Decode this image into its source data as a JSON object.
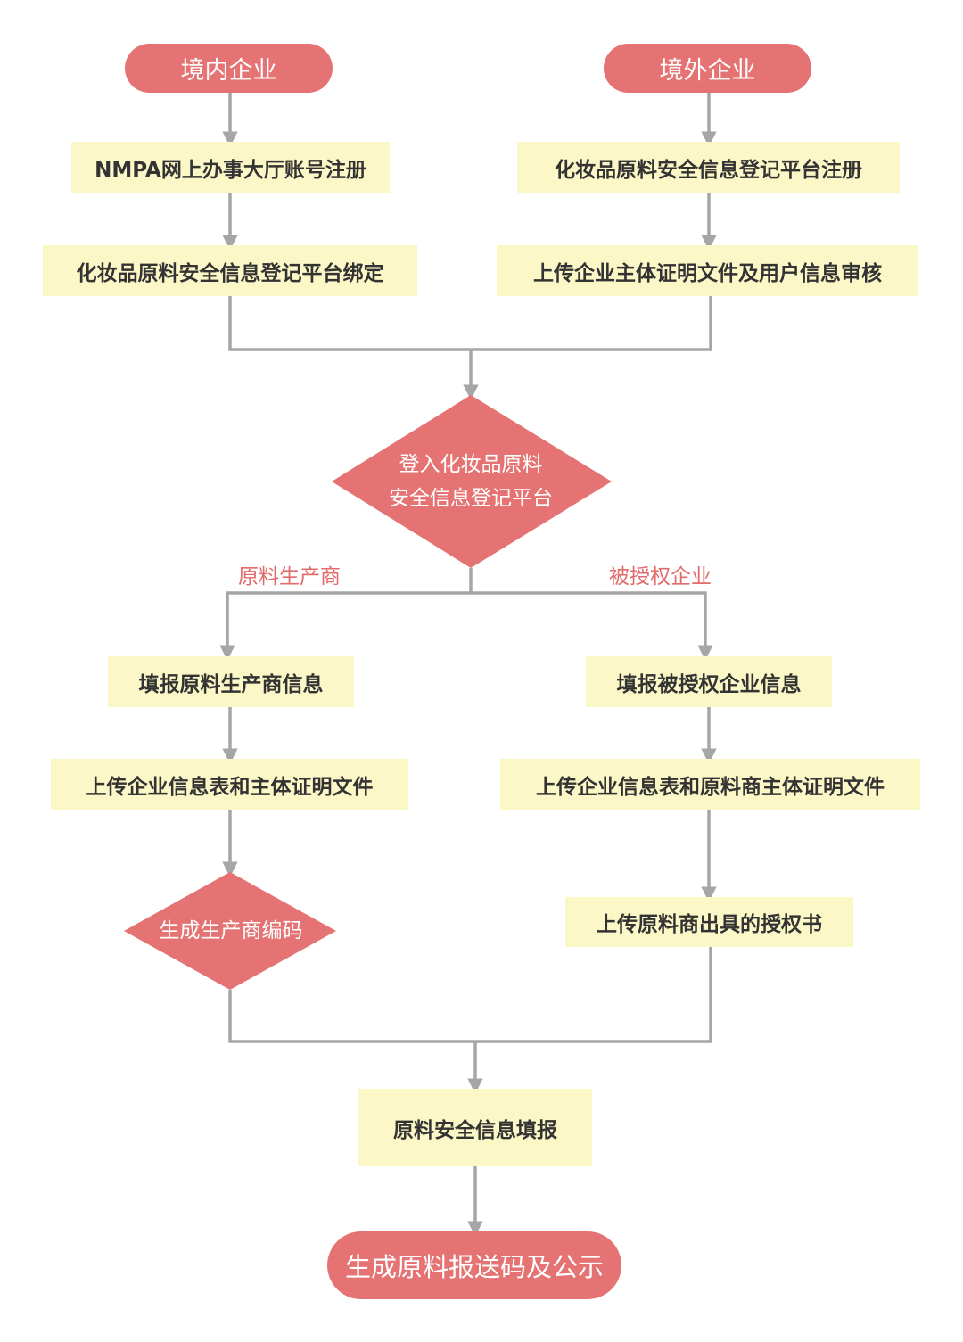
{
  "colors": {
    "accent": "#e57373",
    "box_fill": "#fbf7c7",
    "connector": "#a6a6a6",
    "branch_text": "#e26b6b"
  },
  "start": {
    "domestic": "境内企业",
    "overseas": "境外企业"
  },
  "left_flow": {
    "step1": "NMPA网上办事大厅账号注册",
    "step2": "化妆品原料安全信息登记平台绑定"
  },
  "right_flow": {
    "step1": "化妆品原料安全信息登记平台注册",
    "step2": "上传企业主体证明文件及用户信息审核"
  },
  "decision": {
    "line1": "登入化妆品原料",
    "line2": "安全信息登记平台"
  },
  "branches": {
    "left": "原料生产商",
    "right": "被授权企业"
  },
  "producer": {
    "step1": "填报原料生产商信息",
    "step2": "上传企业信息表和主体证明文件",
    "result": "生成生产商编码"
  },
  "authorized": {
    "step1": "填报被授权企业信息",
    "step2": "上传企业信息表和原料商主体证明文件",
    "step3": "上传原料商出具的授权书"
  },
  "final": {
    "fill": "原料安全信息填报",
    "end": "生成原料报送码及公示"
  }
}
